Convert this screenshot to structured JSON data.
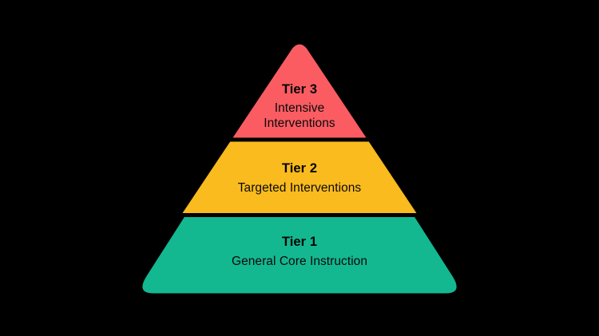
{
  "diagram": {
    "name": "tiered-support-pyramid",
    "background_color": "#000000",
    "divider_color": "#FFFFFF",
    "text_color": "#050505",
    "tiers": [
      {
        "id": "tier-3",
        "title": "Tier 3",
        "subtitle": "Intensive Interventions",
        "subtitle_lines": [
          "Intensive",
          "Interventions"
        ],
        "color": "#FA5C62",
        "position": "top"
      },
      {
        "id": "tier-2",
        "title": "Tier 2",
        "subtitle": "Targeted Interventions",
        "subtitle_lines": [
          "Targeted Interventions"
        ],
        "color": "#FABB1E",
        "position": "middle"
      },
      {
        "id": "tier-1",
        "title": "Tier 1",
        "subtitle": "General Core Instruction",
        "subtitle_lines": [
          "General Core Instruction"
        ],
        "color": "#13B890",
        "position": "bottom"
      }
    ]
  }
}
